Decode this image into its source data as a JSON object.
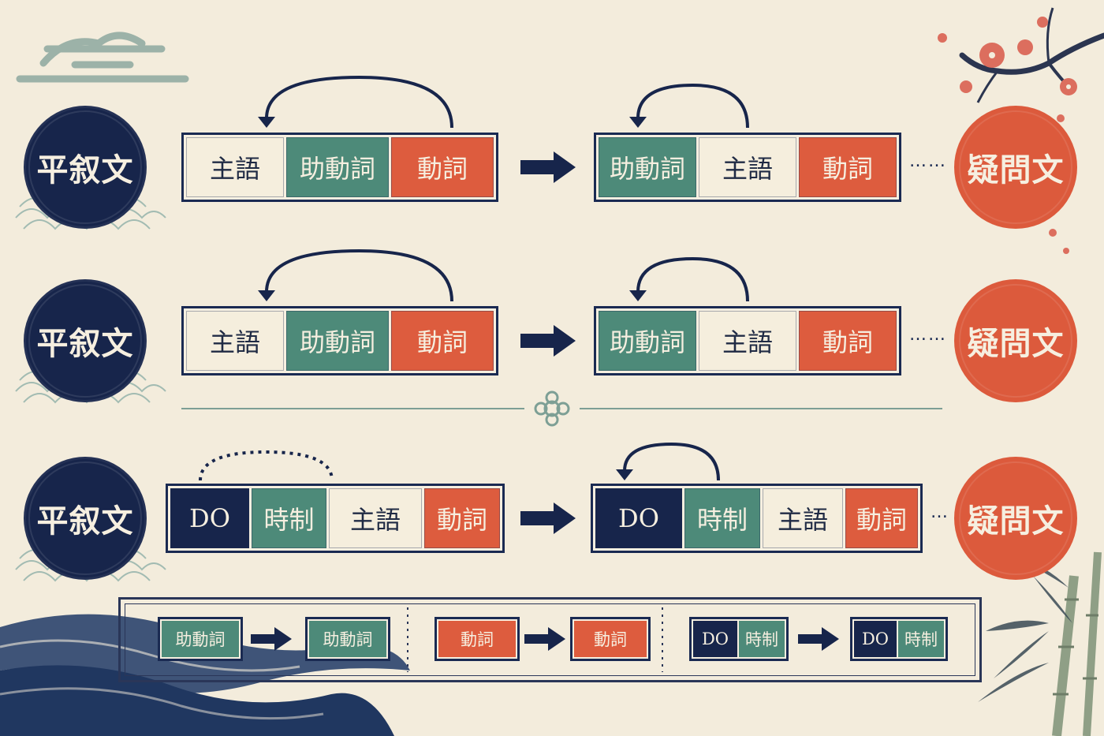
{
  "colors": {
    "navy": "#17254b",
    "teal": "#4d8a79",
    "red": "#dd5c3e",
    "cream": "#f5eedd",
    "paper": "#f3ecdc"
  },
  "rows": [
    {
      "start_label": "平叙文",
      "end_label": "疑問文",
      "before": [
        {
          "text": "主語",
          "color": "cream"
        },
        {
          "text": "助動詞",
          "color": "teal"
        },
        {
          "text": "動詞",
          "color": "red"
        }
      ],
      "after": [
        {
          "text": "助動詞",
          "color": "teal"
        },
        {
          "text": "主語",
          "color": "cream"
        },
        {
          "text": "動詞",
          "color": "red"
        }
      ],
      "ellipsis": "……"
    },
    {
      "start_label": "平叙文",
      "end_label": "疑問文",
      "before": [
        {
          "text": "主語",
          "color": "cream"
        },
        {
          "text": "助動詞",
          "color": "teal"
        },
        {
          "text": "動詞",
          "color": "red"
        }
      ],
      "after": [
        {
          "text": "助動詞",
          "color": "teal"
        },
        {
          "text": "主語",
          "color": "cream"
        },
        {
          "text": "動詞",
          "color": "red"
        }
      ],
      "ellipsis": "……"
    },
    {
      "start_label": "平叙文",
      "end_label": "疑問文",
      "before": [
        {
          "text": "DO",
          "color": "navy"
        },
        {
          "text": "時制",
          "color": "teal"
        },
        {
          "text": "主語",
          "color": "cream"
        },
        {
          "text": "動詞",
          "color": "red"
        }
      ],
      "after": [
        {
          "text": "DO",
          "color": "navy"
        },
        {
          "text": "時制",
          "color": "teal"
        },
        {
          "text": "主語",
          "color": "cream"
        },
        {
          "text": "動詞",
          "color": "red"
        }
      ],
      "ellipsis": "…"
    }
  ],
  "legend": [
    {
      "from": [
        {
          "text": "助動詞",
          "color": "teal"
        }
      ],
      "to": [
        {
          "text": "助動詞",
          "color": "teal"
        }
      ]
    },
    {
      "from": [
        {
          "text": "動詞",
          "color": "red"
        }
      ],
      "to": [
        {
          "text": "動詞",
          "color": "red"
        }
      ]
    },
    {
      "from": [
        {
          "text": "DO",
          "color": "navy"
        },
        {
          "text": "時制",
          "color": "teal"
        }
      ],
      "to": [
        {
          "text": "DO",
          "color": "navy"
        },
        {
          "text": "時制",
          "color": "teal"
        }
      ]
    }
  ]
}
